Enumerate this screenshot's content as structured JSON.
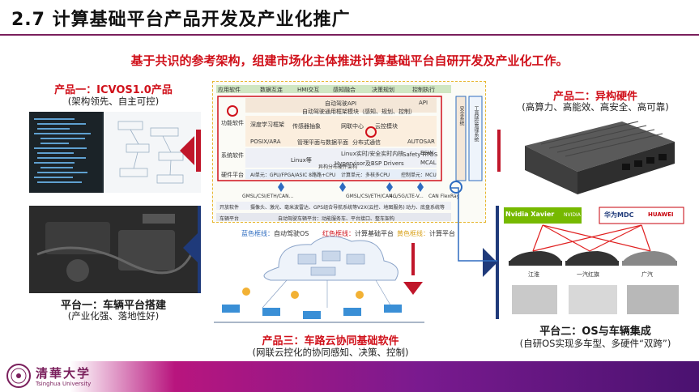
{
  "page": {
    "title": "2.7 计算基础平台产品开发及产业化推广",
    "subtitle": "基于共识的参考架构，组建市场化主体推进计算基础平台自研开发及产业化工作。"
  },
  "products": {
    "p1": {
      "title": "产品一：ICVOS1.0产品",
      "subtitle": "(架构领先、自主可控)"
    },
    "p2": {
      "title": "产品二：异构硬件",
      "subtitle": "(高算力、高能效、高安全、高可靠)"
    },
    "p3": {
      "title": "产品三：车路云协同基础软件",
      "subtitle": "(网联云控化的协同感知、决策、控制)"
    }
  },
  "platforms": {
    "pl1": {
      "title": "平台一：车辆平台搭建",
      "subtitle": "(产业化强、落地性好)"
    },
    "pl2": {
      "title": "平台二：OS与车辆集成",
      "subtitle": "(自研OS实现多车型、多硬件“双跨”)"
    }
  },
  "architecture": {
    "top_tabs": [
      "应用软件",
      "数据互连",
      "HMI交互",
      "感知融合",
      "决策规划",
      "控制执行"
    ],
    "rows": {
      "service": "功能软件",
      "system": "系统软件",
      "hardware": "硬件平台",
      "open_sw": "开放软件",
      "vehicle": "车辆平台"
    },
    "blocks": {
      "api": "自动驾驶API",
      "api2": "API",
      "os_common": "自动驾驶通用框架模块（感知、规划、控制）",
      "dl": "深度学习框架",
      "sensor": "传感器抽象",
      "map": "网联中心",
      "cloud": "云控模块",
      "posix": "POSIX/ARA",
      "mgmt": "管理平面与数据平面",
      "dist": "分布式通信",
      "autosar": "AUTOSAR",
      "linux": "Linux等",
      "linux_rt": "Linux实时/安全实时内核",
      "hyper": "Hypervisor及BSP Drivers",
      "safety": "Safety RTOS",
      "bsw": "BSW",
      "mcal": "MCAL",
      "hw_arch": "异构分布硬件架构",
      "ai_unit": "AI单元：GPU/FPGA/ASIC 8路路+CPU",
      "comp_unit": "计算单元：多核多CPU",
      "ctrl_unit": "控制单元：MCU",
      "bus1": "GMSL/CSI/ETH/CAN...",
      "bus2": "GMSL/CSI/ETH/CAN...",
      "bus3": "4G/5G/LTE-V...",
      "bus4": "CAN FlexRay",
      "open_row": "摄像头、激光、毫米波雷达、GPS组合导航系统等",
      "v2x": "V2X(云控、地图服务)",
      "power": "动力、底盘系统等",
      "vehicle_row": "自动驾驶车辆平台：动能服务车、平台接口、整车架构",
      "side_safety": "安全系统",
      "side_mgmt": "工具链/管理系统"
    },
    "legend": {
      "blue": {
        "label": "蓝色框线：",
        "value": "自动驾驶OS"
      },
      "red": {
        "label": "红色框线：",
        "value": "计算基础平台"
      },
      "yellow": {
        "label": "黄色框线：",
        "value": "计算平台"
      }
    }
  },
  "hardware": {
    "chip1": "Nvidia Xavier",
    "chip1_brand": "NVIDIA",
    "chip2": "华为MDC",
    "chip2_brand": "HUAWEI"
  },
  "vehicles": {
    "car1": "江淮",
    "car2": "一汽红旗",
    "car3": "广汽"
  },
  "footer": {
    "logo_cn": "清華大学",
    "logo_en": "Tsinghua University"
  },
  "colors": {
    "accent_red": "#d0101a",
    "brand_purple": "#7a1f5c",
    "navy": "#1f3a7a",
    "os_blue": "#2e6cc0",
    "frame_yellow": "#e7b62f"
  }
}
